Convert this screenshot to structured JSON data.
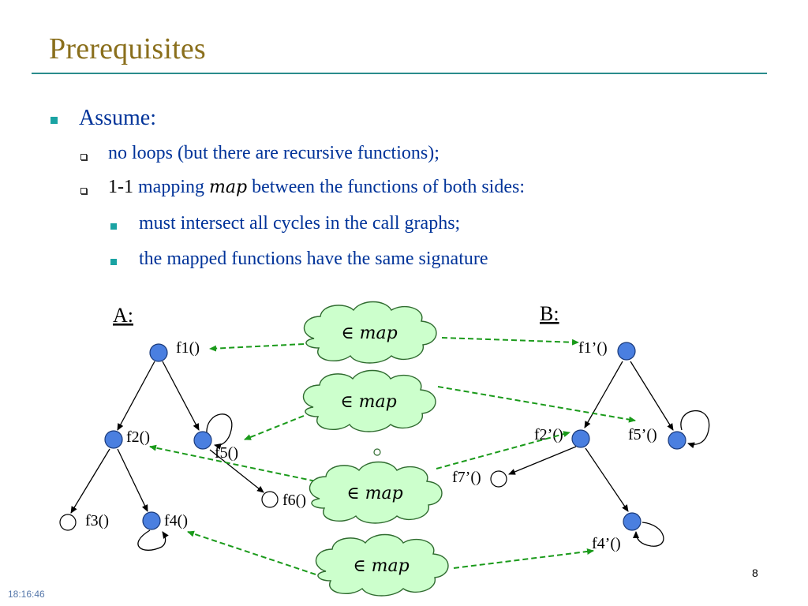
{
  "slide": {
    "title": "Prerequisites",
    "assume_label": "Assume:",
    "sub_items": {
      "no_loops": "no loops (but there are recursive functions);",
      "mapping_prefix": "1-1 ",
      "mapping_word": "mapping ",
      "mapping_symbol": "map",
      "mapping_suffix": " between the functions of both sides:"
    },
    "sub_sub_items": [
      "must intersect all cycles in the call graphs;",
      "the mapped functions have the same signature"
    ],
    "footer_time": "18:16:46",
    "page_number": "8"
  },
  "diagram": {
    "graph_a_label": "A:",
    "graph_b_label": "B:",
    "cloud_text": "∈ map",
    "labels_a": {
      "f1": "f1()",
      "f2": "f2()",
      "f3": "f3()",
      "f4": "f4()",
      "f5": "f5()",
      "f6": "f6()"
    },
    "labels_b": {
      "f1": "f1’()",
      "f2": "f2’()",
      "f4": "f4’()",
      "f5": "f5’()",
      "f7": "f7’()"
    },
    "colors": {
      "node_fill": "#4a7fe0",
      "node_stroke": "#1a3a7a",
      "cloud_fill": "#ccffcc",
      "cloud_stroke": "#2f6b2f",
      "mapping_line": "#1a9a1a"
    }
  }
}
